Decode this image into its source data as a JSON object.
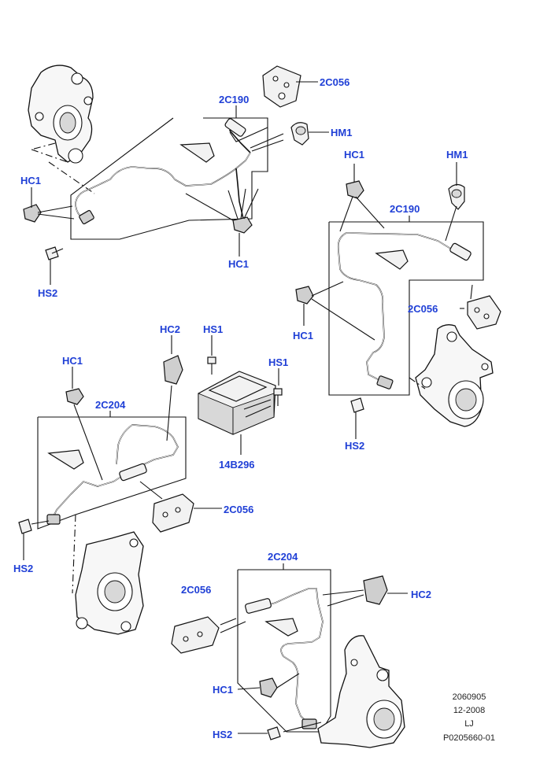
{
  "callouts": {
    "c1_2c056": "2C056",
    "c1_2c190": "2C190",
    "c1_hm1": "HM1",
    "c1_hc1_left": "HC1",
    "c1_hs2": "HS2",
    "c1_hc1_bottom": "HC1",
    "c2_hc1_top": "HC1",
    "c2_hm1": "HM1",
    "c2_2c190": "2C190",
    "c2_2c056": "2C056",
    "c2_hc1_left": "HC1",
    "c2_hs2": "HS2",
    "c3_hc2": "HC2",
    "c3_hs1_top": "HS1",
    "c3_hs1_right": "HS1",
    "c3_14b296": "14B296",
    "c4_hc1": "HC1",
    "c4_2c204": "2C204",
    "c4_2c056": "2C056",
    "c4_hs2": "HS2",
    "c5_2c204": "2C204",
    "c5_2c056": "2C056",
    "c5_hc2": "HC2",
    "c5_hc1": "HC1",
    "c5_hs2": "HS2"
  },
  "meta": {
    "line1": "2060905",
    "line2": "12-2008",
    "line3": "LJ",
    "line4": "P0205660-01"
  },
  "colors": {
    "callout": "#1f3fd6",
    "line": "#111111"
  }
}
